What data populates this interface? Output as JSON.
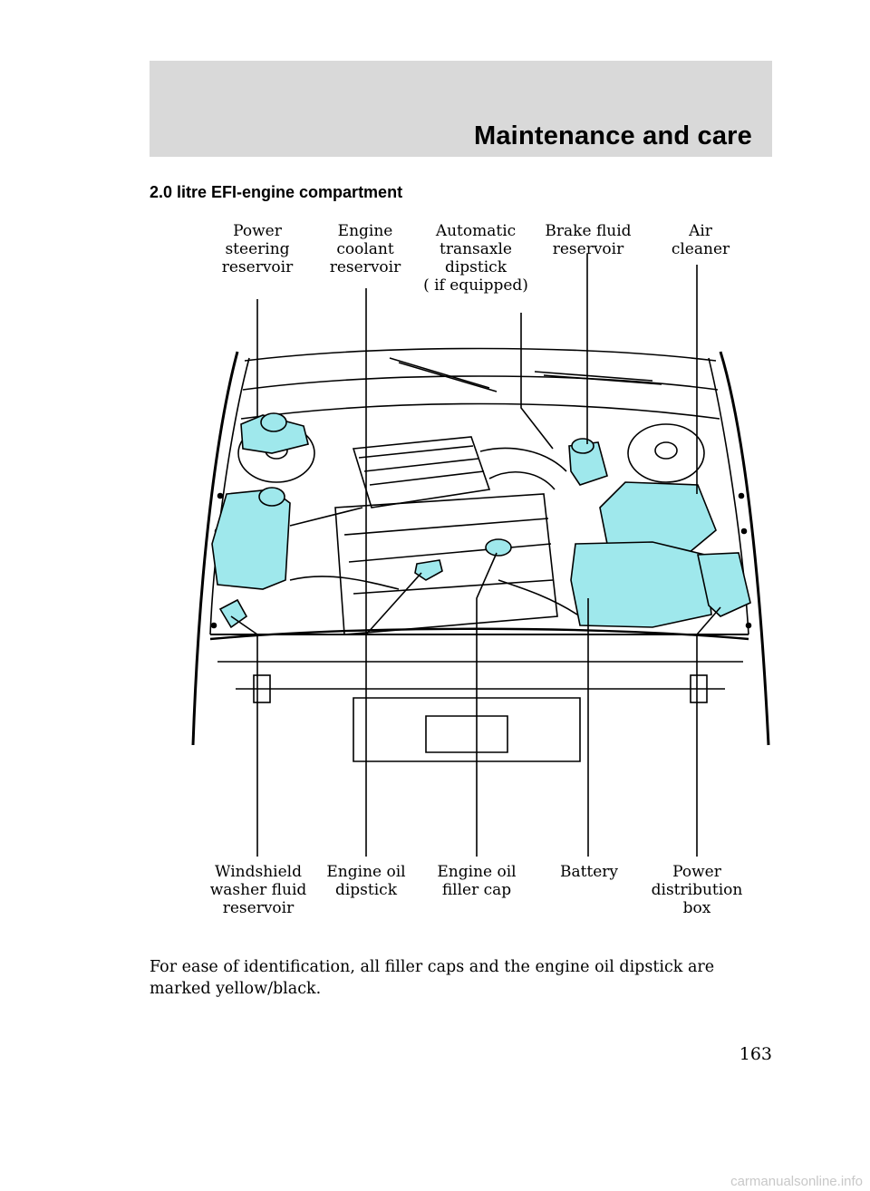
{
  "header": {
    "title": "Maintenance and care"
  },
  "section_title": "2.0 litre EFI-engine compartment",
  "labels_top": [
    {
      "lines": [
        "Power",
        "steering",
        "reservoir"
      ]
    },
    {
      "lines": [
        "Engine",
        "coolant",
        "reservoir"
      ]
    },
    {
      "lines": [
        "Automatic",
        "transaxle",
        "dipstick",
        "( if equipped)"
      ]
    },
    {
      "lines": [
        "Brake fluid",
        "reservoir"
      ]
    },
    {
      "lines": [
        "Air",
        "cleaner"
      ]
    }
  ],
  "labels_bottom": [
    {
      "lines": [
        "Windshield",
        "washer fluid",
        "reservoir"
      ]
    },
    {
      "lines": [
        "Engine oil",
        "dipstick"
      ]
    },
    {
      "lines": [
        "Engine oil",
        "filler cap"
      ]
    },
    {
      "lines": [
        "Battery"
      ]
    },
    {
      "lines": [
        "Power",
        "distribution",
        "box"
      ]
    }
  ],
  "caption": "For ease of identification, all filler caps and the engine oil dipstick are marked yellow/black.",
  "page_number": "163",
  "footer_watermark": "carmanualsonline.info",
  "colors": {
    "highlight": "#9fe8ec",
    "header_band": "#d9d9d9"
  }
}
